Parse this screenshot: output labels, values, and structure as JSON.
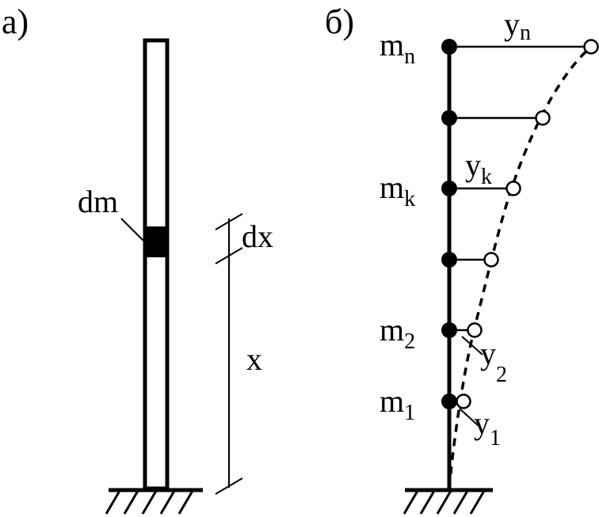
{
  "panel_a": {
    "label": "а)",
    "element_label": "dm",
    "dx_label": "dx",
    "x_label": "x"
  },
  "panel_b": {
    "label": "б)",
    "masses": {
      "n": {
        "base": "m",
        "sub": "n"
      },
      "k": {
        "base": "m",
        "sub": "k"
      },
      "two": {
        "base": "m",
        "sub": "2"
      },
      "one": {
        "base": "m",
        "sub": "1"
      }
    },
    "displacements": {
      "n": {
        "base": "y",
        "sub": "n"
      },
      "k": {
        "base": "y",
        "sub": "k"
      },
      "two": {
        "base": "y",
        "sub": "2"
      },
      "one": {
        "base": "y",
        "sub": "1"
      }
    }
  }
}
